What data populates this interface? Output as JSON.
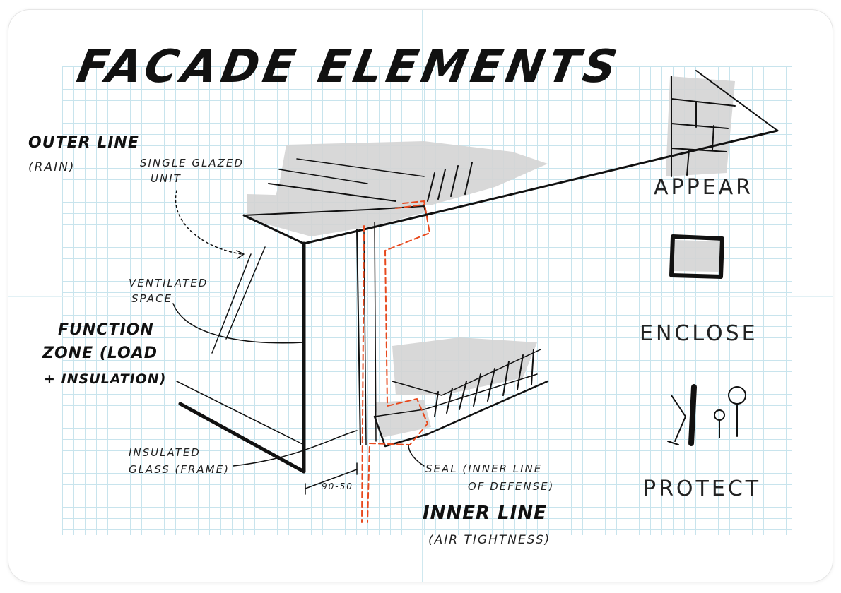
{
  "title": "FACADE ELEMENTS",
  "labels": {
    "outer_line": "OUTER LINE",
    "outer_line_sub": "(RAIN)",
    "single_glazed_1": "SINGLE GLAZED",
    "single_glazed_2": "UNIT",
    "ventilated_1": "VENTILATED",
    "ventilated_2": "SPACE",
    "function_zone_1": "FUNCTION",
    "function_zone_2": "ZONE (LOAD",
    "function_zone_3": "+ INSULATION)",
    "insulated_glass_1": "INSULATED",
    "insulated_glass_2": "GLASS (FRAME)",
    "dimension": "90-50",
    "seal_1": "SEAL (INNER LINE",
    "seal_2": "OF DEFENSE)",
    "inner_line": "INNER LINE",
    "inner_line_sub": "(AIR TIGHTNESS)"
  },
  "side_panel": {
    "appear": "APPEAR",
    "enclose": "ENCLOSE",
    "protect": "PROTECT"
  },
  "colors": {
    "ink": "#111111",
    "grid": "#bfe0ea",
    "shade": "#d4d4d4",
    "seal_red": "#e8491d"
  }
}
